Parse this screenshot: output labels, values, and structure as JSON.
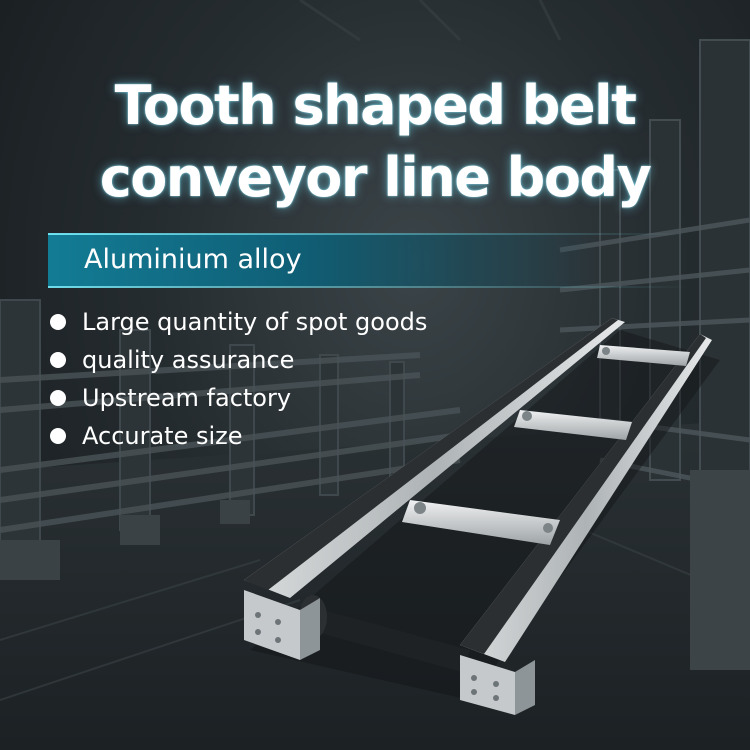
{
  "title": {
    "line1": "Tooth shaped belt",
    "line2": "conveyor line body"
  },
  "band": {
    "label": "Aluminium alloy"
  },
  "features": [
    "Large quantity of spot goods",
    "quality assurance",
    "Upstream factory",
    "Accurate size"
  ],
  "colors": {
    "accent_band": "#137c95",
    "title_glow": "#78e6ff",
    "text": "#ffffff"
  }
}
